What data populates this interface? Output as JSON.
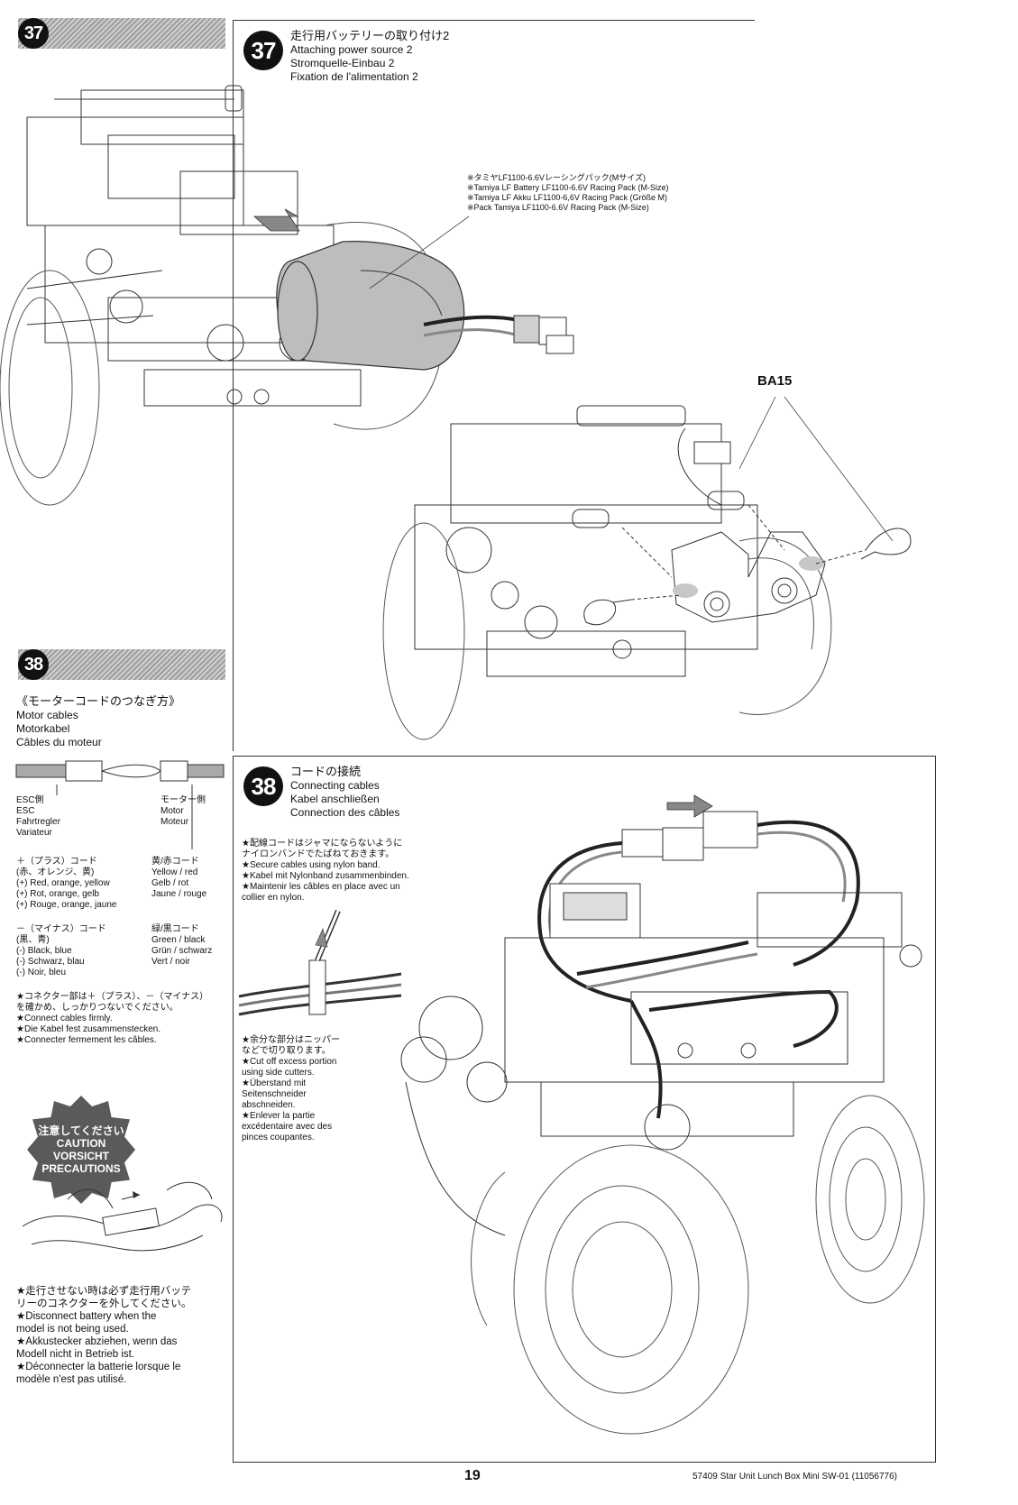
{
  "step37": {
    "number": "37",
    "title_jp": "走行用バッテリーの取り付け2",
    "title_en": "Attaching power source 2",
    "title_de": "Stromquelle-Einbau 2",
    "title_fr": "Fixation de l'alimentation 2",
    "battery_note": [
      "※タミヤLF1100-6.6Vレーシングパック(Mサイズ)",
      "※Tamiya LF Battery LF1100-6.6V Racing Pack (M-Size)",
      "※Tamiya LF Akku LF1100-6,6V Racing Pack (Größe M)",
      "※Pack Tamiya LF1100-6.6V Racing Pack (M-Size)"
    ],
    "part_label": "BA15"
  },
  "step38_left": {
    "number": "38",
    "heading_jp": "《モーターコードのつなぎ方》",
    "heading_en": "Motor cables",
    "heading_de": "Motorkabel",
    "heading_fr": "Câbles du moteur",
    "esc_jp": "ESC側",
    "esc_en": "ESC",
    "esc_de": "Fahrtregler",
    "esc_fr": "Variateur",
    "motor_jp": "モーター側",
    "motor_en": "Motor",
    "motor_fr": "Moteur",
    "plus_jp": "＋（プラス）コード",
    "plus_colors_jp": "(赤、オレンジ、黄)",
    "plus_en": "(+) Red, orange, yellow",
    "plus_de": "(+) Rot, orange, gelb",
    "plus_fr": "(+) Rouge, orange, jaune",
    "plus_right_jp": "黄/赤コード",
    "plus_right_en": "Yellow / red",
    "plus_right_de": "Gelb / rot",
    "plus_right_fr": "Jaune / rouge",
    "minus_jp": "－（マイナス）コード",
    "minus_colors_jp": "(黒、青)",
    "minus_en": "(-) Black, blue",
    "minus_de": "(-) Schwarz, blau",
    "minus_fr": "(-) Noir, bleu",
    "minus_right_jp": "緑/黒コード",
    "minus_right_en": "Green / black",
    "minus_right_de": "Grün / schwarz",
    "minus_right_fr": "Vert / noir",
    "connect_notes": [
      "★コネクター部は＋（プラス）、－（マイナス）",
      "を確かめ、しっかりつないでください。",
      "★Connect cables firmly.",
      "★Die Kabel fest zusammenstecken.",
      "★Connecter fermement les câbles."
    ],
    "caution_lines": [
      "注意してください",
      "CAUTION",
      "VORSICHT",
      "PRECAUTIONS"
    ],
    "disconnect_notes": [
      "★走行させない時は必ず走行用バッテ",
      "リーのコネクターを外してください。",
      "★Disconnect battery when the",
      "model is not being used.",
      "★Akkustecker abziehen, wenn das",
      "Modell nicht in Betrieb ist.",
      "★Déconnecter la batterie lorsque le",
      "modèle n'est pas utilisé."
    ]
  },
  "step38_right": {
    "number": "38",
    "title_jp": "コードの接続",
    "title_en": "Connecting cables",
    "title_de": "Kabel anschließen",
    "title_fr": "Connection des câbles",
    "nylon_notes": [
      "★配線コードはジャマにならないように",
      "ナイロンバンドでたばねておきます。",
      "★Secure cables using nylon band.",
      "★Kabel mit Nylonband zusammenbinden.",
      "★Maintenir les câbles en place avec un",
      "collier en nylon."
    ],
    "cut_notes": [
      "★余分な部分はニッパー",
      "などで切り取ります。",
      "★Cut off excess portion",
      "using side cutters.",
      "★Überstand mit",
      "Seitenschneider",
      "abschneiden.",
      "★Enlever la partie",
      "excédentaire avec des",
      "pinces coupantes."
    ]
  },
  "footer": {
    "page_number": "19",
    "product": "57409 Star Unit Lunch Box Mini SW-01 (11056776)"
  }
}
